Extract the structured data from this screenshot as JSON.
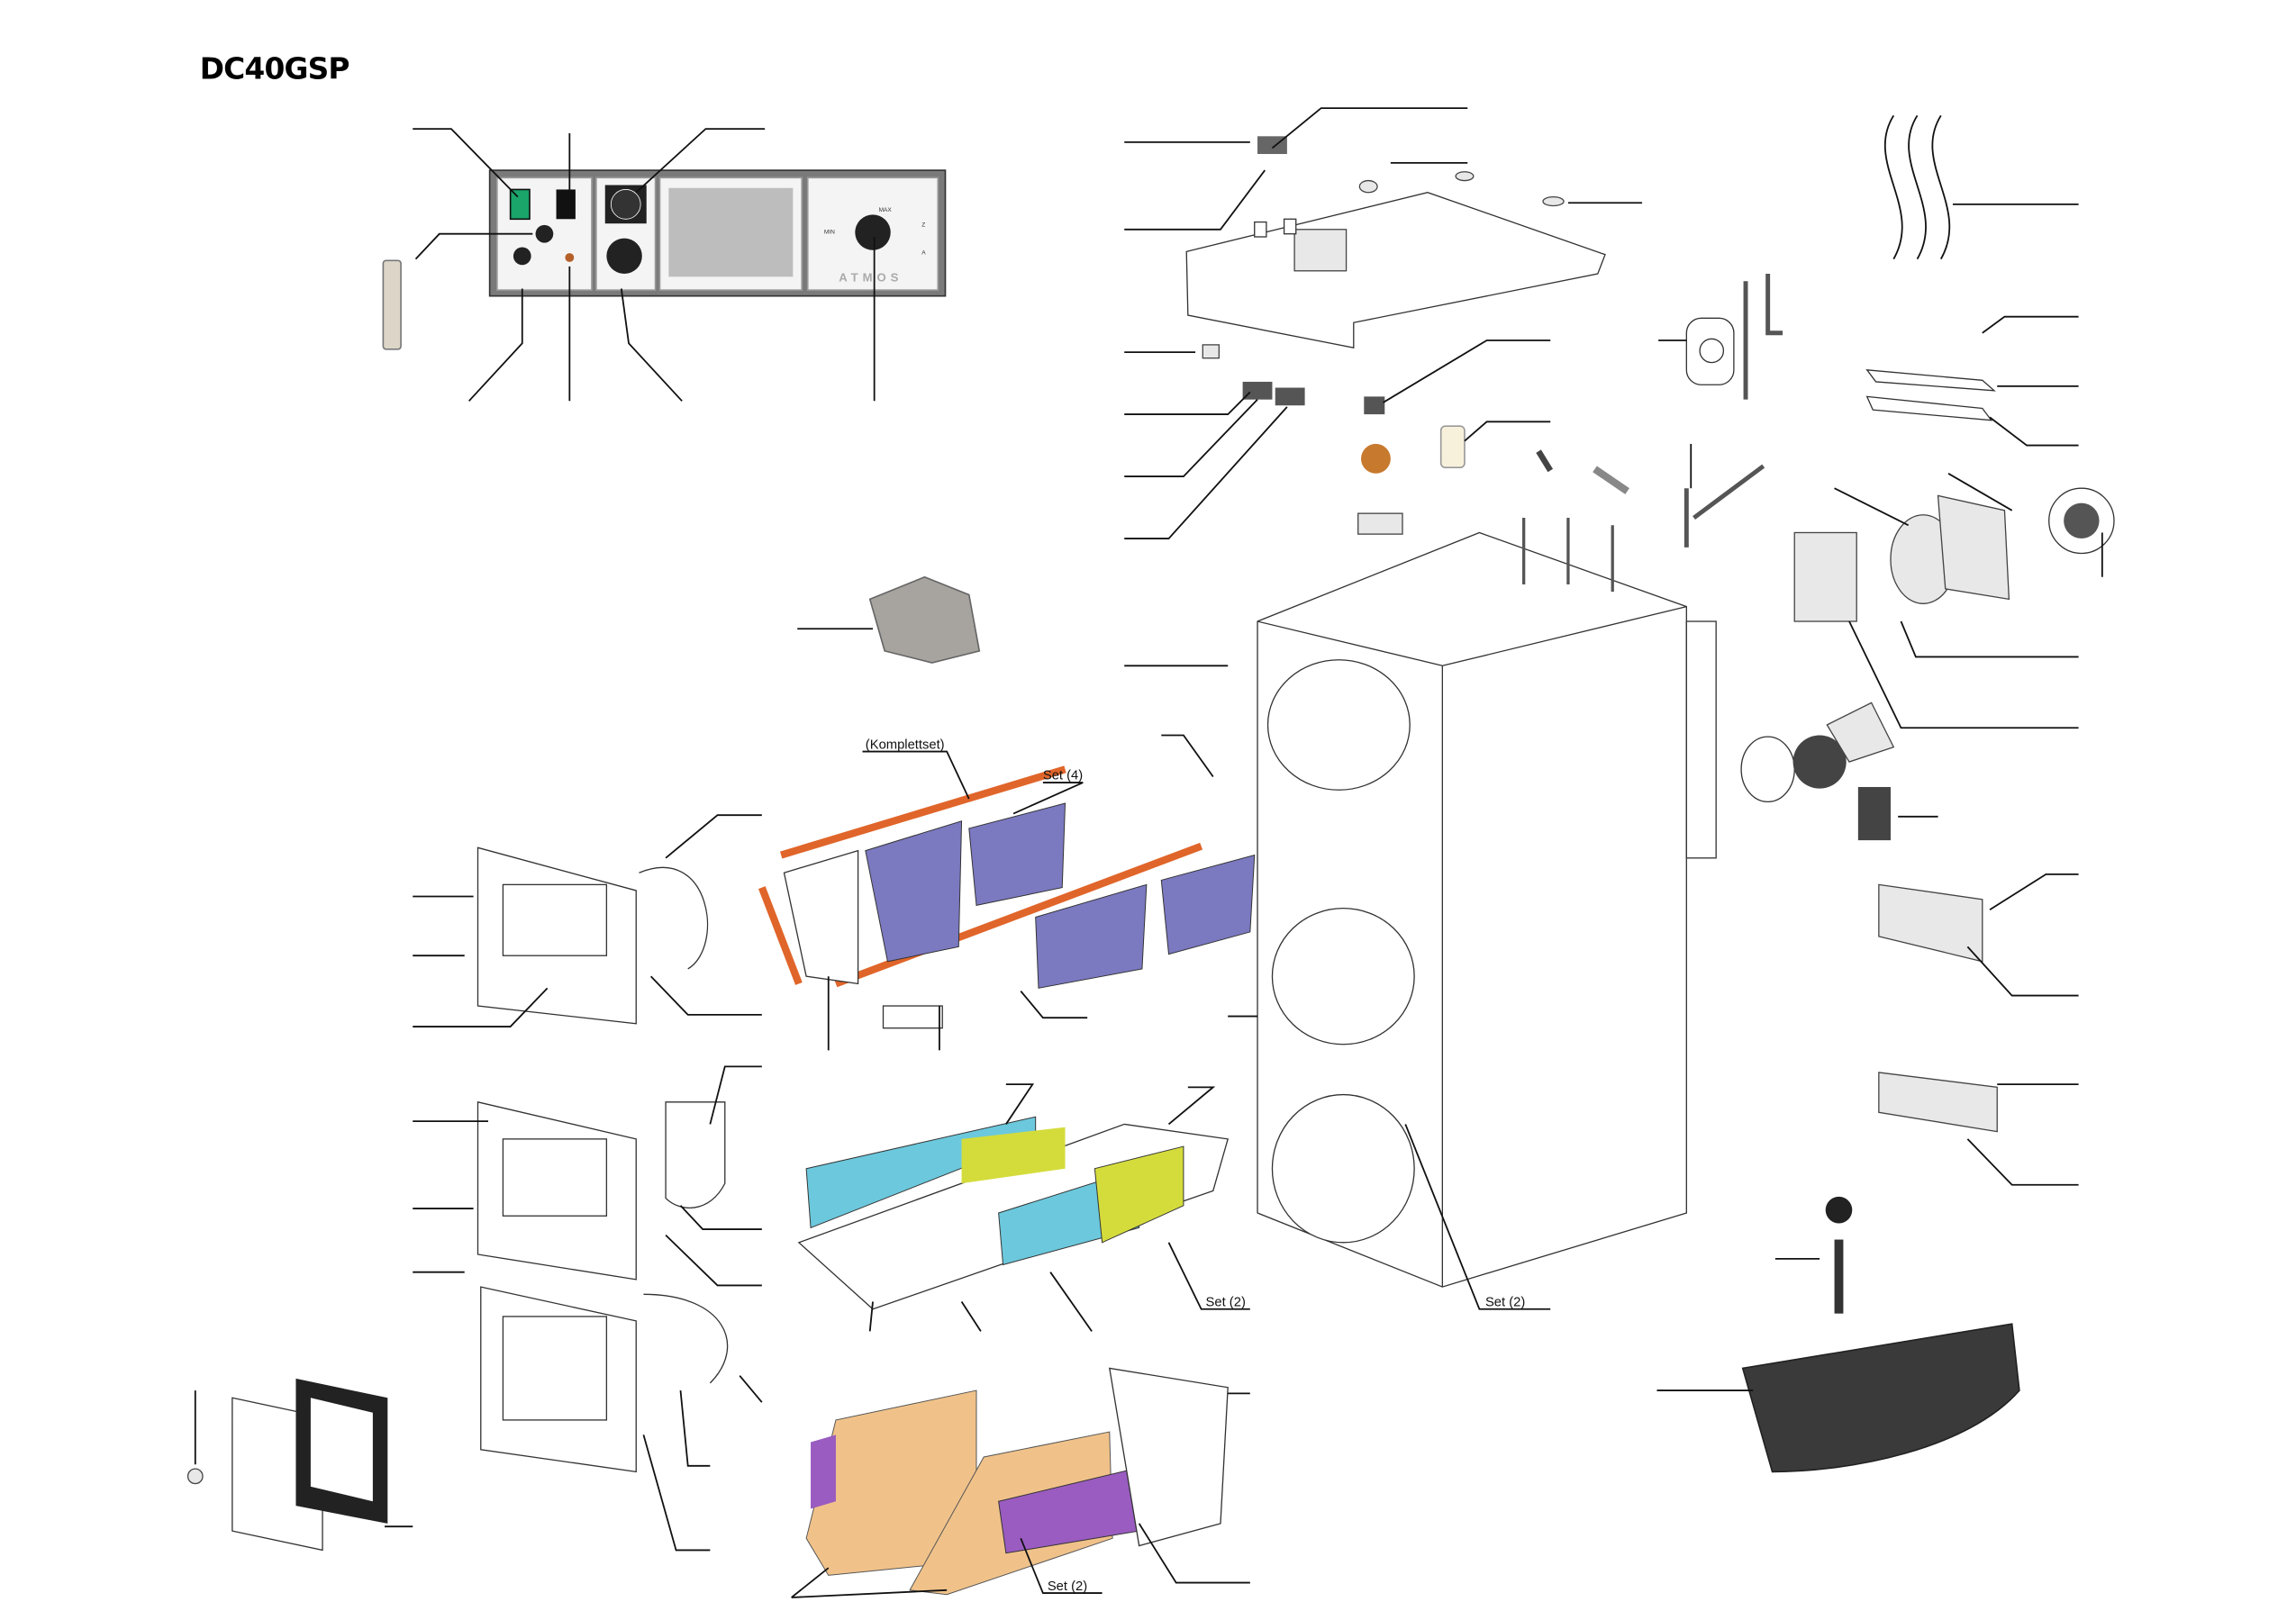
{
  "title": "DC40GSP",
  "panel": {
    "brand": "ATMOS",
    "min_label": "MIN",
    "max_label": "MAX",
    "z_label": "Z",
    "a_label": "A"
  },
  "labels": {
    "komplettset": "(Komplettset)",
    "set4": "Set (4)",
    "set2_a": "Set (2)",
    "set2_b": "Set (2)",
    "set2_c": "Set (2)"
  },
  "colors": {
    "orange_rail": "#e0652a",
    "purple_plate": "#7b79c0",
    "cyan_part": "#6cc8dc",
    "yellow_part": "#d4dc3c",
    "tan_part": "#f0c28a",
    "violet_part": "#9a5cc0"
  }
}
